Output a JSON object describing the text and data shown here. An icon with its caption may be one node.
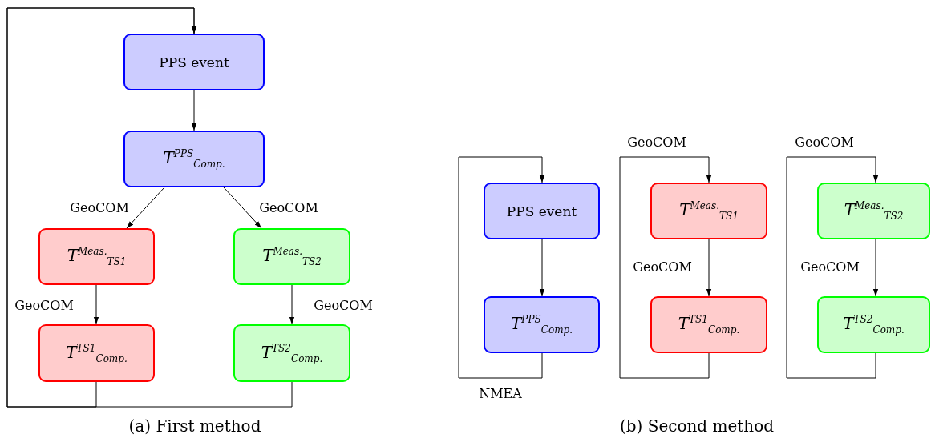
{
  "diagram": {
    "nodes": [
      {
        "text": [
          "PPS event"
        ]
      },
      {
        "text": [
          "T$^{PPS}$$_{Comp.}$"
        ]
      },
      {
        "text": [
          "T$^{Meas.}$$_{TS1}$"
        ]
      },
      {
        "text": [
          "T$^{Meas.}$$_{TS2}$"
        ]
      },
      {
        "text": [
          "T$^{TS1}$$_{Comp.}$"
        ]
      },
      {
        "text": [
          "T$^{TS2}$$_{Comp.}$"
        ]
      },
      {
        "text": [
          "PPS event"
        ]
      },
      {
        "text": [
          "T$^{PPS}$$_{Comp.}$"
        ]
      },
      {
        "text": [
          "T$^{Meas.}$$_{TS1}$"
        ]
      },
      {
        "text": [
          "T$^{TS1}$$_{Comp.}$"
        ]
      },
      {
        "text": [
          "T$^{Meas.}$$_{TS2}$"
        ]
      },
      {
        "text": [
          "T$^{TS2}$$_{Comp.}$"
        ]
      }
    ],
    "edges": [
      {
        "from": 0,
        "to": 1,
        "arrow": "to"
      },
      {
        "from": 1,
        "to": 2,
        "arrow": "to",
        "label": "GeoCOM"
      },
      {
        "from": 1,
        "to": 3,
        "arrow": "to",
        "label": "GeoCOM"
      },
      {
        "from": 2,
        "to": 4,
        "arrow": "to",
        "label": "GeoCOM"
      },
      {
        "from": 3,
        "to": 5,
        "arrow": "to",
        "label": "GeoCOM"
      },
      {
        "from": 4,
        "to": 0,
        "arrow": "to"
      },
      {
        "from": 5,
        "to": 0,
        "arrow": "to"
      },
      {
        "from": 6,
        "to": 7,
        "arrow": "to"
      },
      {
        "from": 7,
        "to": 6,
        "arrow": "to",
        "label": "NMEA"
      },
      {
        "from": 8,
        "to": 9,
        "arrow": "to",
        "label": "GeoCOM"
      },
      {
        "from": 9,
        "to": 8,
        "arrow": "to",
        "label": "GeoCOM"
      },
      {
        "from": 10,
        "to": 11,
        "arrow": "to",
        "label": "GeoCOM"
      },
      {
        "from": 11,
        "to": 10,
        "arrow": "to",
        "label": "GeoCOM"
      }
    ],
    "labels": [
      "(a) First method",
      "(b) Second method"
    ]
  }
}
